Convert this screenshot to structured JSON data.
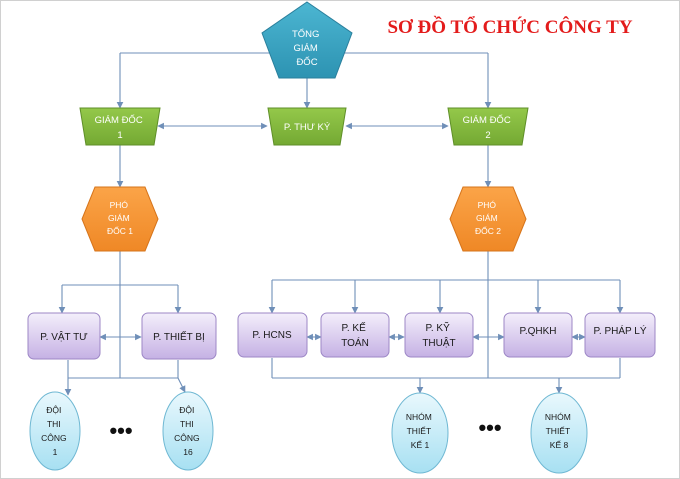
{
  "title": "SƠ ĐỒ TỔ CHỨC CÔNG TY",
  "nodes": {
    "ceo": [
      "TỔNG",
      "GIÁM",
      "ĐỐC"
    ],
    "director1": [
      "GIÁM ĐỐC",
      "1"
    ],
    "secretary": [
      "P. THƯ KÝ"
    ],
    "director2": [
      "GIÁM ĐỐC",
      "2"
    ],
    "deputy1": [
      "PHÓ",
      "GIÁM",
      "ĐỐC 1"
    ],
    "deputy2": [
      "PHÓ",
      "GIÁM",
      "ĐỐC 2"
    ],
    "supplies": [
      "P. VẬT TƯ"
    ],
    "equipment": [
      "P. THIẾT BỊ"
    ],
    "hr": [
      "P. HCNS"
    ],
    "accounting": [
      "P. KẾ",
      "TOÁN"
    ],
    "technical": [
      "P. KỸ",
      "THUẬT"
    ],
    "qhkh": [
      "P.QHKH"
    ],
    "legal": [
      "P. PHÁP LÝ"
    ],
    "team1": [
      "ĐỘI",
      "THI",
      "CÔNG",
      "1"
    ],
    "team16": [
      "ĐỘI",
      "THI",
      "CÔNG",
      "16"
    ],
    "design1": [
      "NHÓM",
      "THIẾT",
      "KẾ 1"
    ],
    "design8": [
      "NHÓM",
      "THIẾT",
      "KẾ 8"
    ]
  },
  "ellipsis": "•••",
  "colors": {
    "ceo": "#3aa6c4",
    "director": "#86bc3e",
    "deputy": "#f59636",
    "department": "#c9b6e6",
    "team": "#aee4f4",
    "connector": "#6f8fb8",
    "title": "#e31b1b"
  }
}
